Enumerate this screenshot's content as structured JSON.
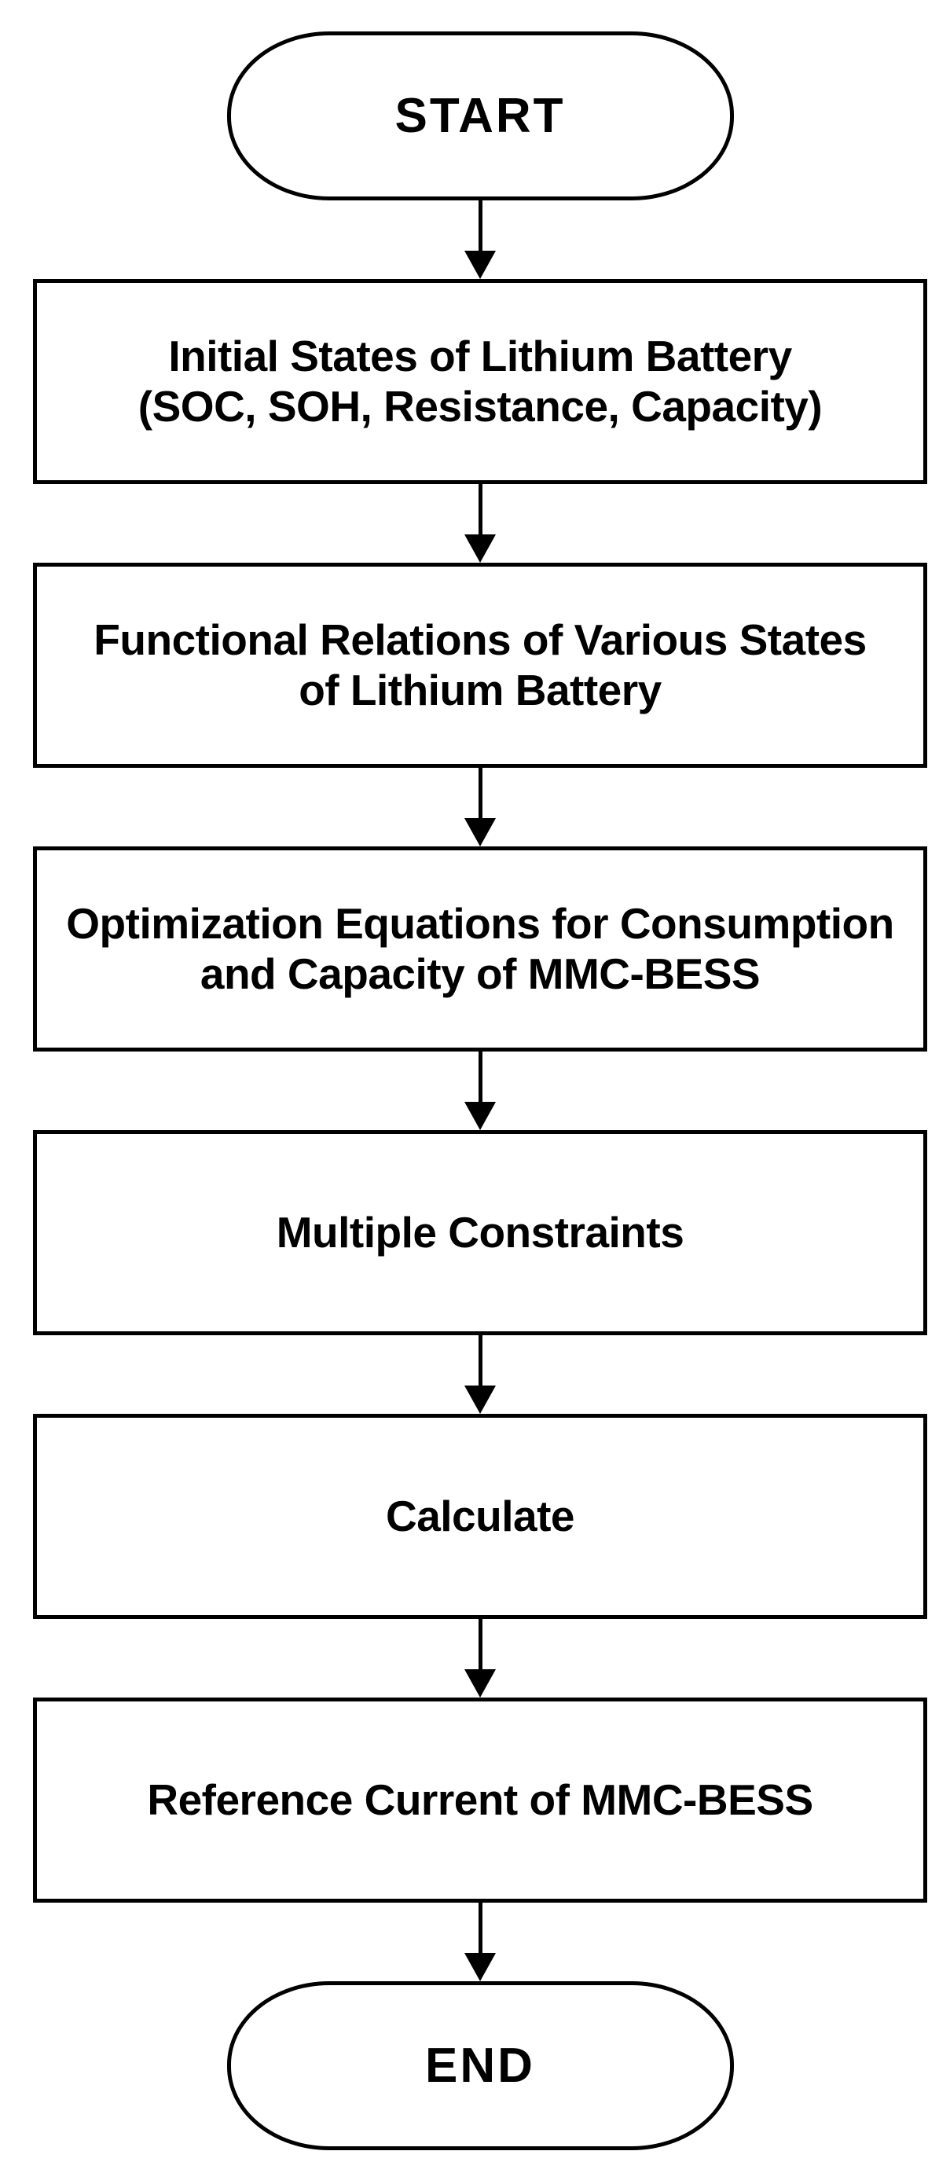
{
  "flowchart": {
    "colors": {
      "stroke": "#000000",
      "background": "#ffffff",
      "text": "#000000"
    },
    "nodes": [
      {
        "id": "start",
        "type": "terminator",
        "label": "START"
      },
      {
        "id": "initial-states",
        "type": "process",
        "label": "Initial States of Lithium Battery\n(SOC, SOH, Resistance, Capacity)"
      },
      {
        "id": "functional-relations",
        "type": "process",
        "label": "Functional Relations of Various States\nof Lithium Battery"
      },
      {
        "id": "optimization-equations",
        "type": "process",
        "label": "Optimization Equations for Consumption\nand Capacity of MMC-BESS"
      },
      {
        "id": "multiple-constraints",
        "type": "process",
        "label": "Multiple Constraints"
      },
      {
        "id": "calculate",
        "type": "process",
        "label": "Calculate"
      },
      {
        "id": "reference-current",
        "type": "process",
        "label": "Reference Current of MMC-BESS"
      },
      {
        "id": "end",
        "type": "terminator",
        "label": "END"
      }
    ],
    "edges": [
      {
        "from": "start",
        "to": "initial-states",
        "direction": "down"
      },
      {
        "from": "initial-states",
        "to": "functional-relations",
        "direction": "down"
      },
      {
        "from": "functional-relations",
        "to": "optimization-equations",
        "direction": "down"
      },
      {
        "from": "optimization-equations",
        "to": "multiple-constraints",
        "direction": "down"
      },
      {
        "from": "multiple-constraints",
        "to": "calculate",
        "direction": "down"
      },
      {
        "from": "calculate",
        "to": "reference-current",
        "direction": "down"
      },
      {
        "from": "reference-current",
        "to": "end",
        "direction": "down"
      }
    ]
  }
}
